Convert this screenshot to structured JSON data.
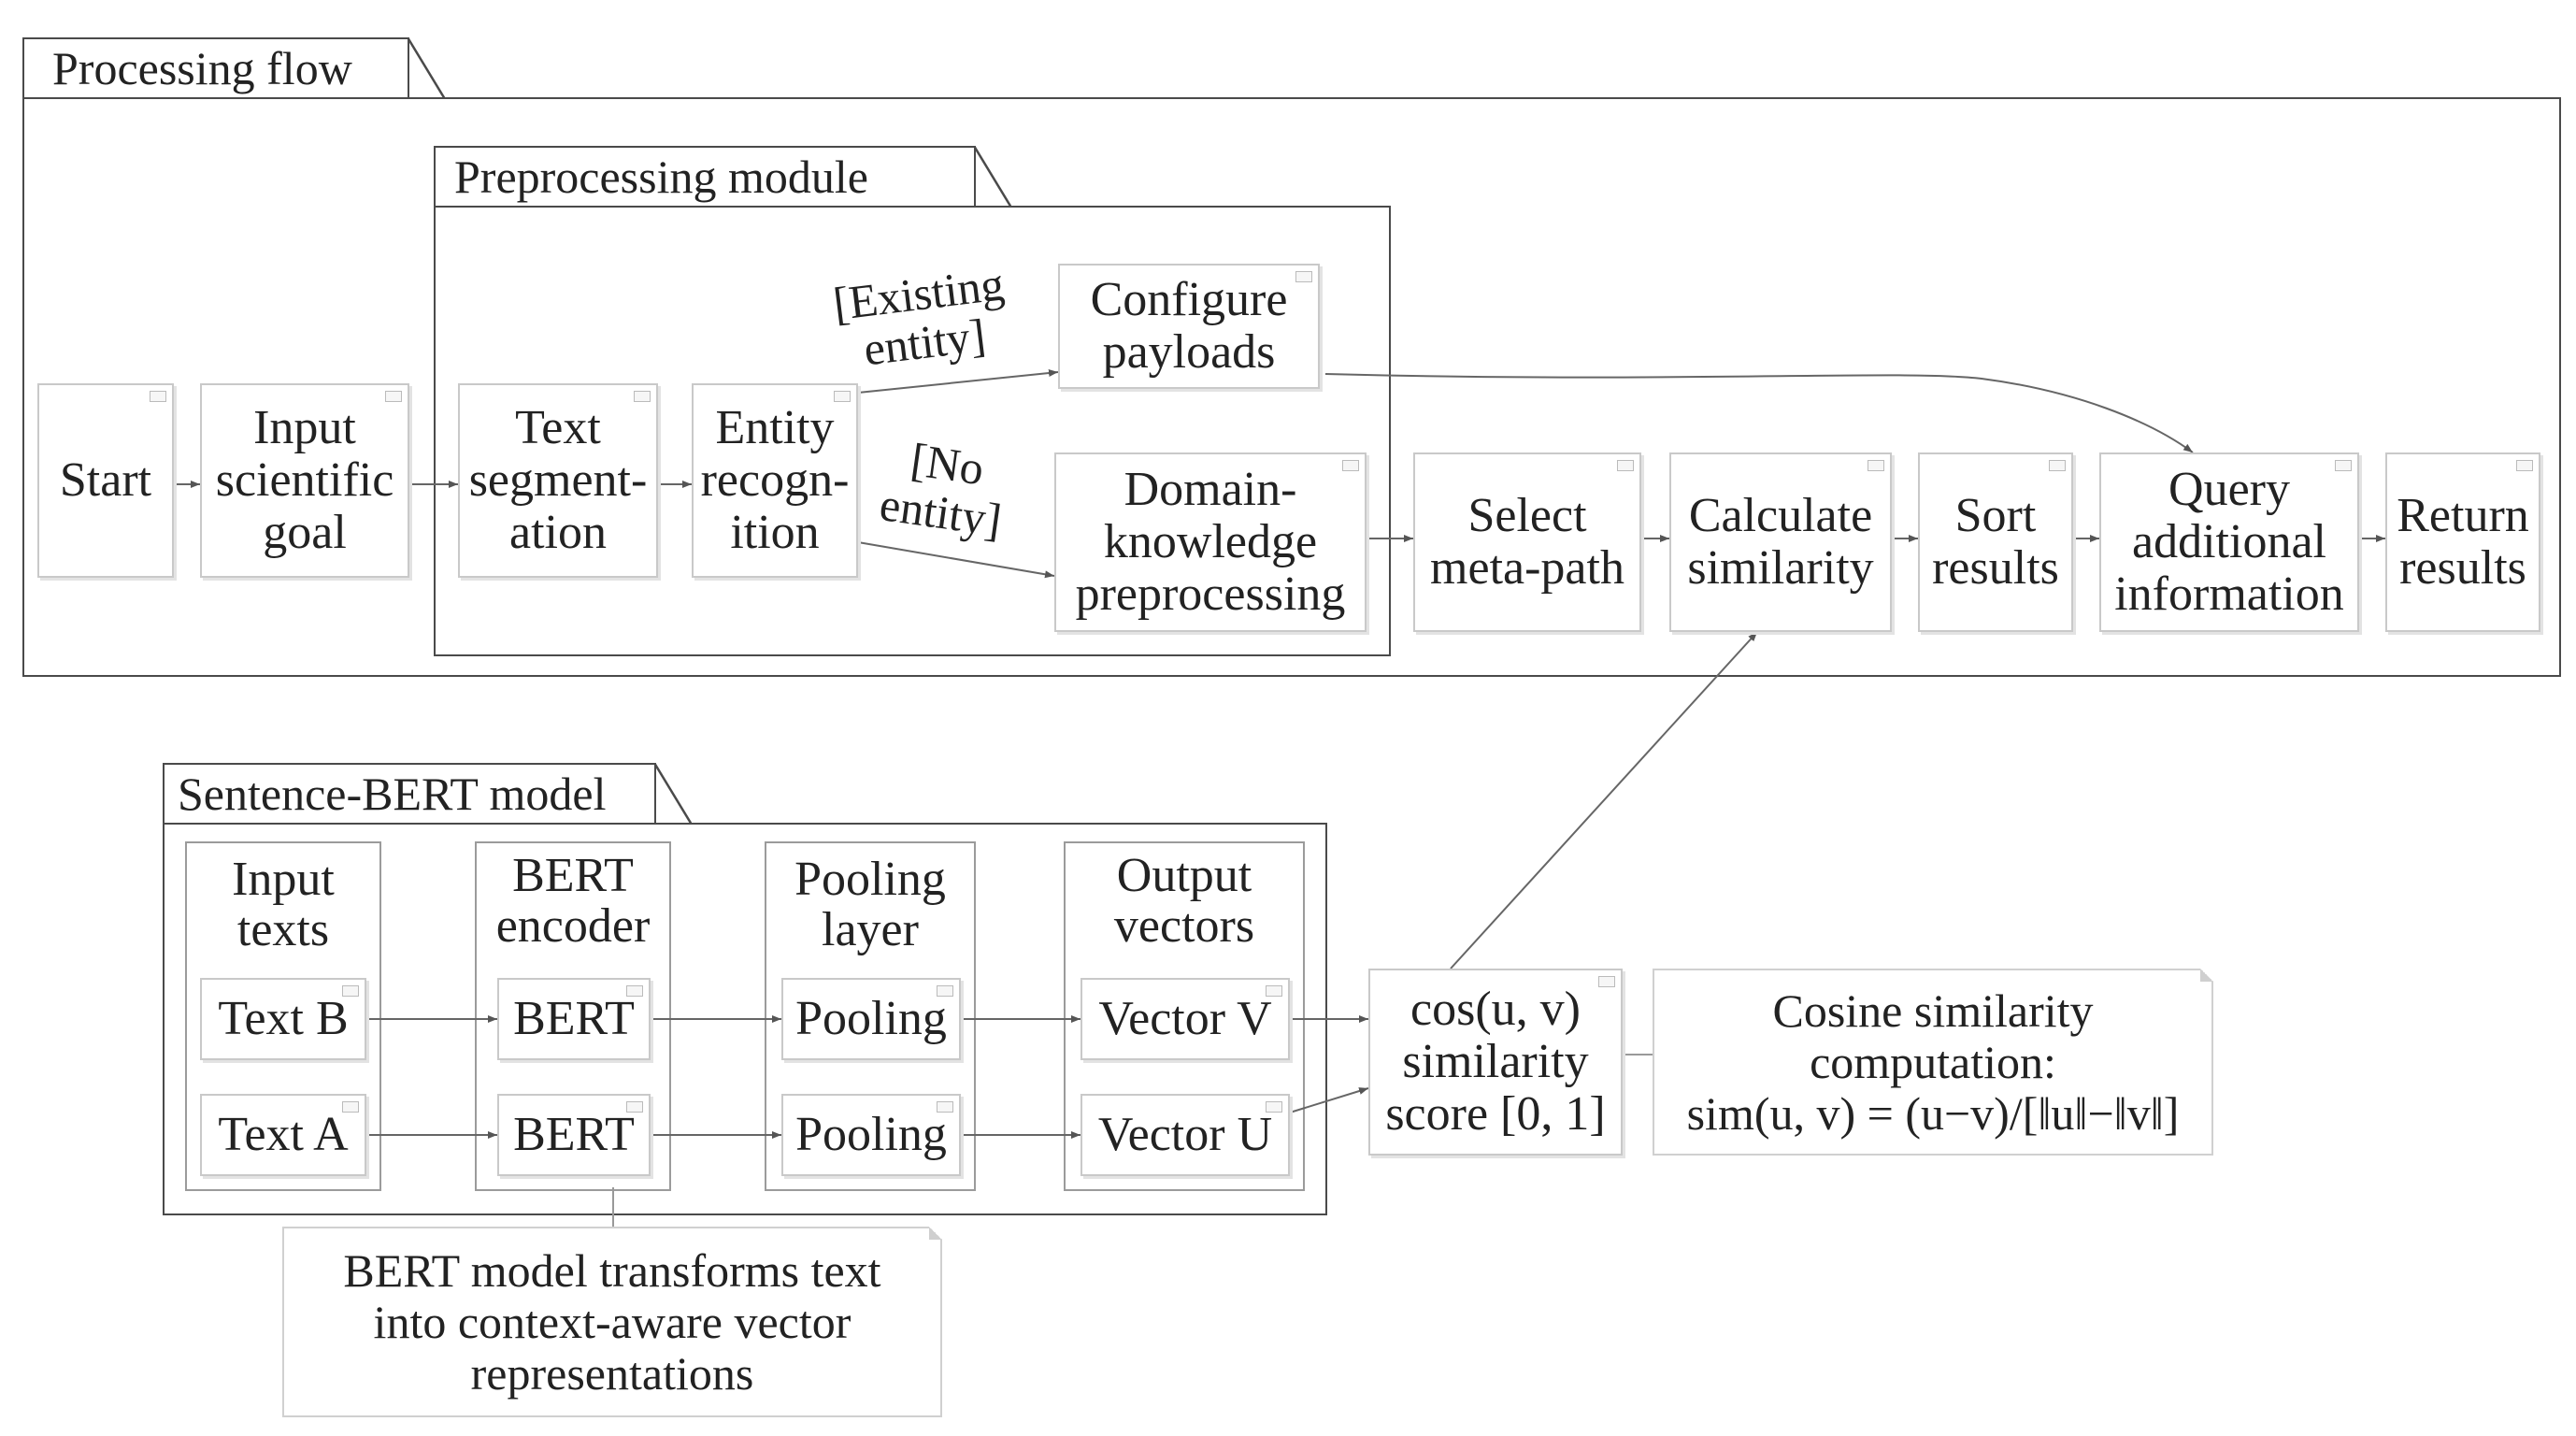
{
  "containers": {
    "processing_flow": "Processing flow",
    "preprocessing_module": "Preprocessing module",
    "sentence_bert": "Sentence-BERT model"
  },
  "nodes": {
    "start": "Start",
    "input_goal": "Input\nscientific\ngoal",
    "text_segmentation": "Text\nsegment-\nation",
    "entity_recognition": "Entity\nrecogn-\nition",
    "configure_payloads": "Configure\npayloads",
    "domain_knowledge": "Domain-\nknowledge\npreprocessing",
    "select_metapath": "Select\nmeta-path",
    "calculate_similarity": "Calculate\nsimilarity",
    "sort_results": "Sort\nresults",
    "query_info": "Query\nadditional\ninformation",
    "return_results": "Return\nresults"
  },
  "edge_labels": {
    "existing_entity": "[Existing\nentity]",
    "no_entity": "[No\nentity]"
  },
  "bert_columns": {
    "input_texts": "Input\ntexts",
    "bert_encoder": "BERT\nencoder",
    "pooling_layer": "Pooling\nlayer",
    "output_vectors": "Output\nvectors"
  },
  "bert_nodes": {
    "text_b": "Text B",
    "text_a": "Text A",
    "bert_top": "BERT",
    "bert_bottom": "BERT",
    "pooling_top": "Pooling",
    "pooling_bottom": "Pooling",
    "vector_v": "Vector V",
    "vector_u": "Vector U"
  },
  "score_box": {
    "line1": "cos(u, v)",
    "line2": "similarity",
    "line3": "score [0, 1]"
  },
  "notes": {
    "cosine_title": "Cosine similarity\ncomputation:",
    "cosine_formula": "sim(u, v) = (u−v)/[‖u‖−‖v‖]",
    "bert_note": "BERT model transforms text\ninto context-aware vector\nrepresentations"
  }
}
